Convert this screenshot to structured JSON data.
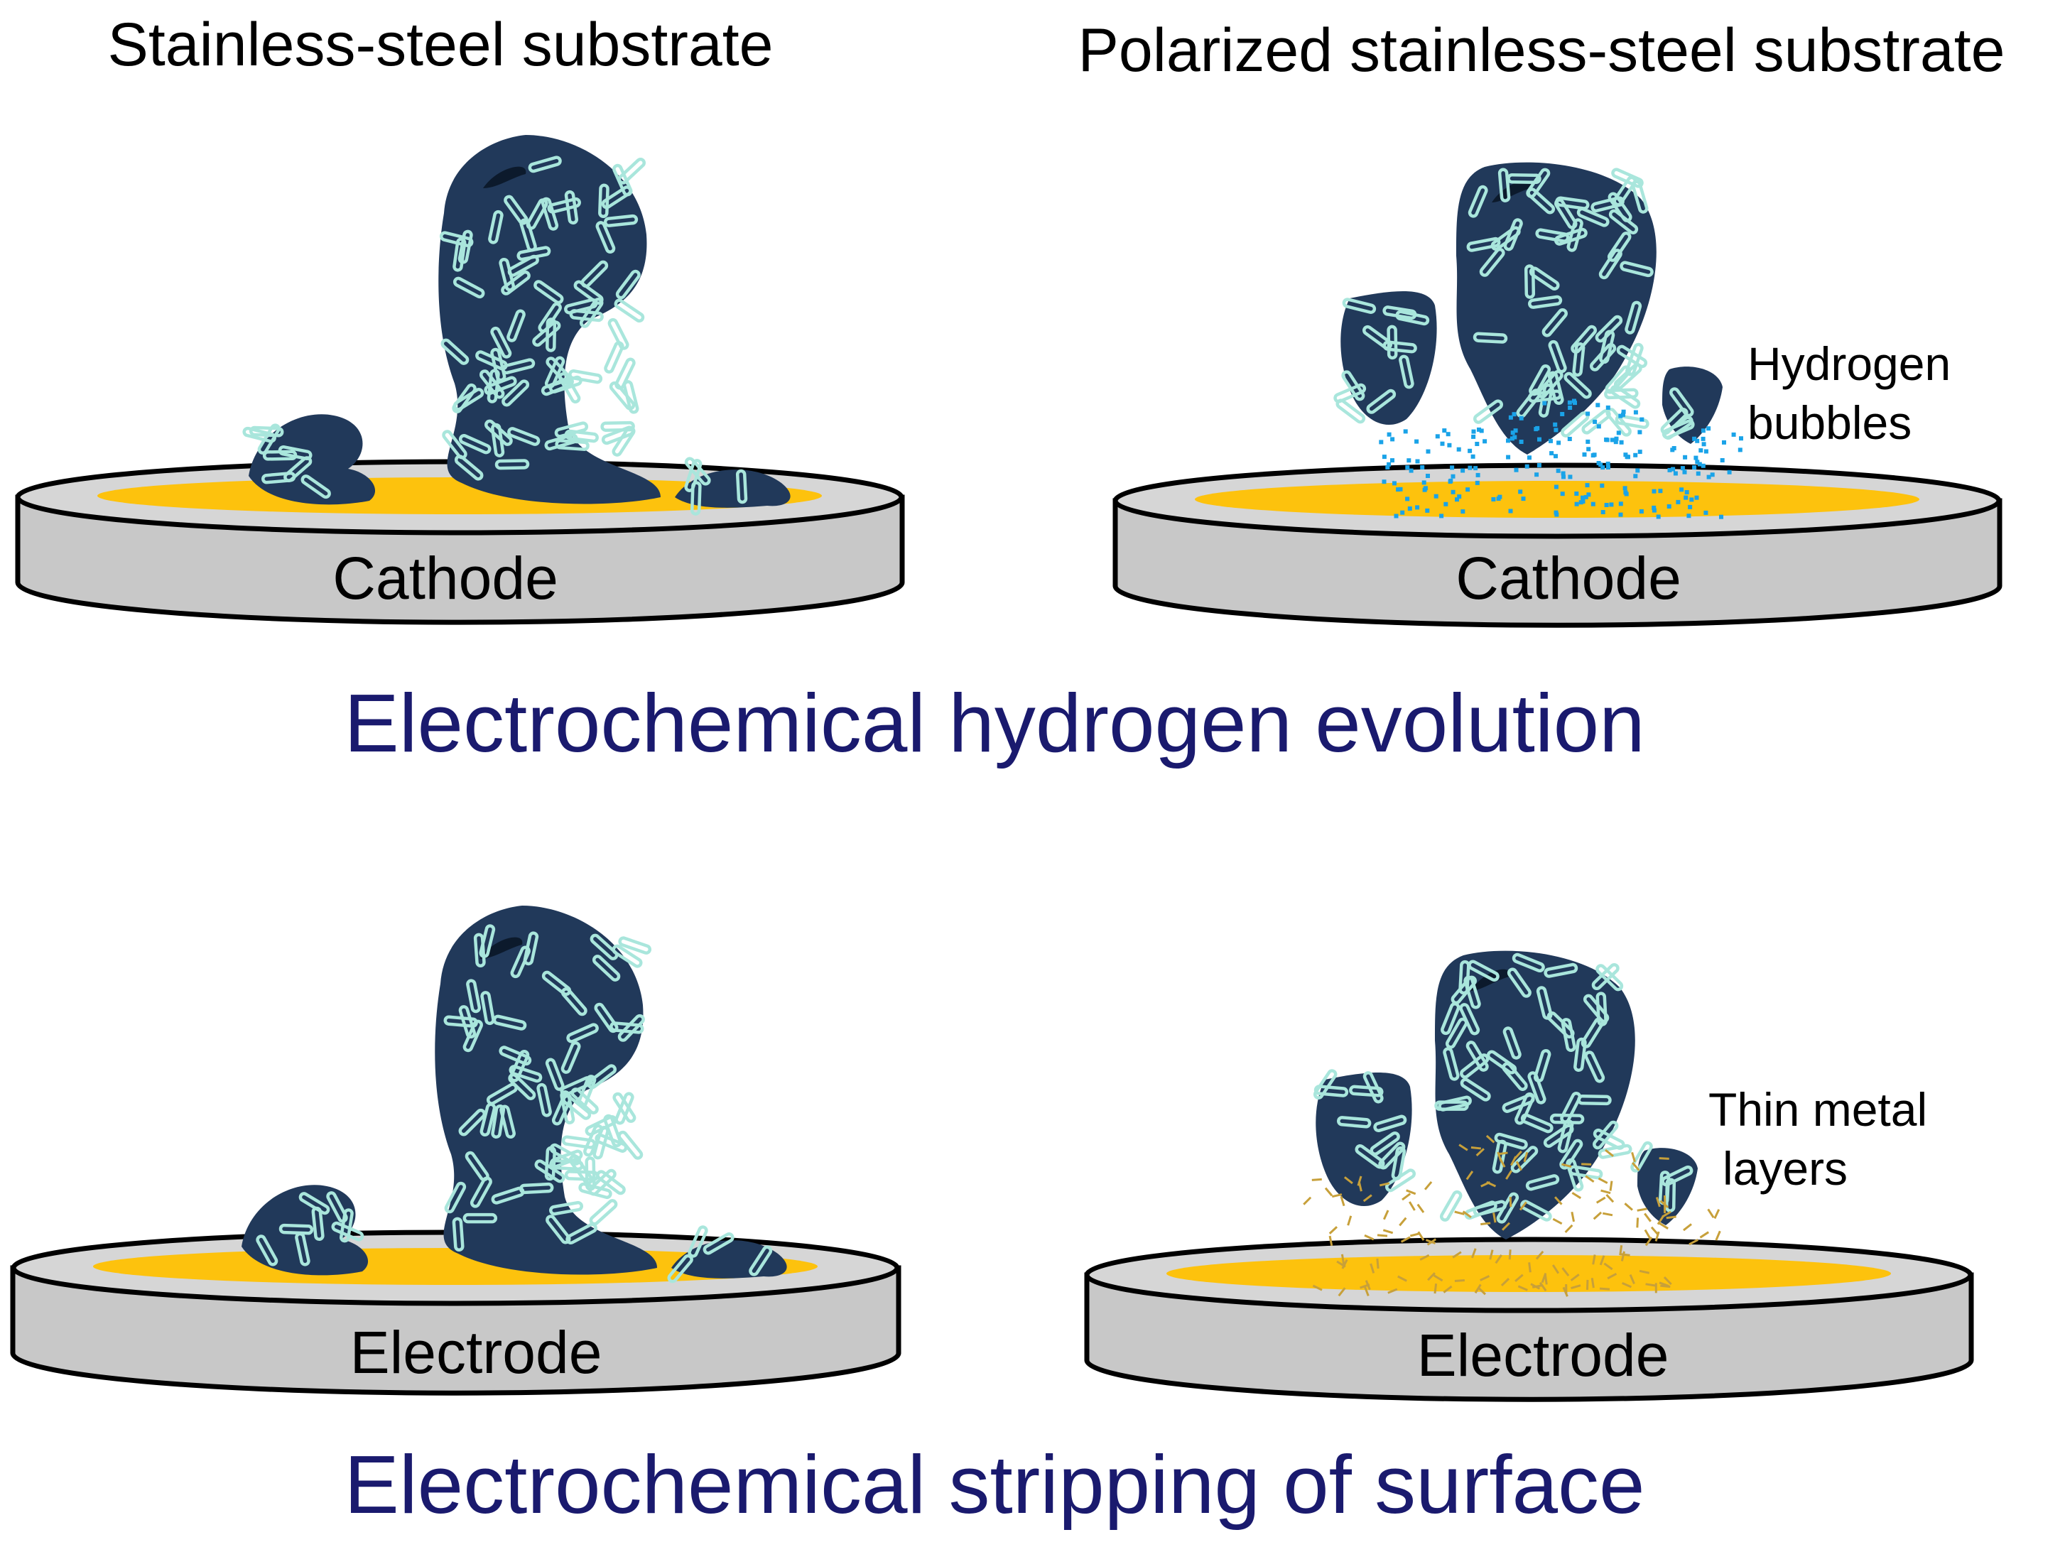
{
  "headers": {
    "left": "Stainless-steel substrate",
    "right": "Polarized stainless-steel substrate"
  },
  "row1": {
    "left_disk_label": "Cathode",
    "right_disk_label": "Cathode",
    "annotation_line1": "Hydrogen",
    "annotation_line2": "bubbles",
    "caption": "Electrochemical hydrogen evolution"
  },
  "row2": {
    "left_disk_label": "Electrode",
    "right_disk_label": "Electrode",
    "annotation_line1": "Thin metal",
    "annotation_line2": "layers",
    "caption": "Electrochemical stripping of surface"
  },
  "colors": {
    "biofilm": "#21395a",
    "bacteria_outline": "#a9e6dc",
    "gold_layer": "#fdc20d",
    "disk": "#c8c8c8",
    "bubbles": "#1aa3e8",
    "metal_flakes": "#c7a03a",
    "caption_text": "#1a1a6e"
  }
}
